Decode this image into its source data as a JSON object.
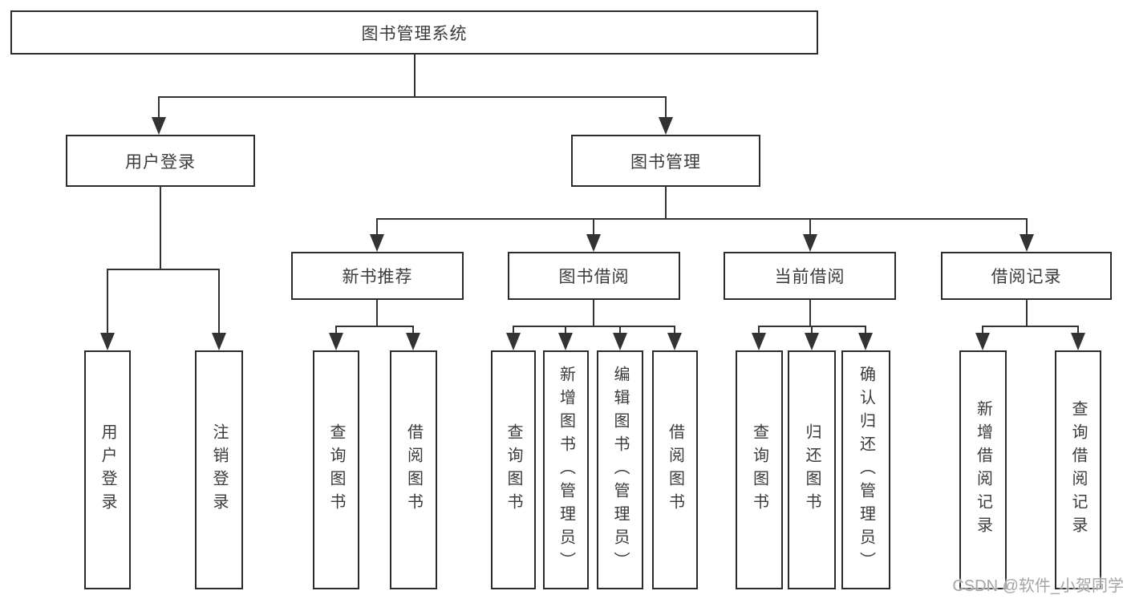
{
  "diagram": {
    "root": "图书管理系统",
    "level2": [
      "用户登录",
      "图书管理"
    ],
    "level3": [
      "新书推荐",
      "图书借阅",
      "当前借阅",
      "借阅记录"
    ],
    "leaves": {
      "user_login": [
        "用户登录",
        "注销登录"
      ],
      "new_books": [
        "查询图书",
        "借阅图书"
      ],
      "book_borrow": [
        "查询图书",
        "新增图书（管理员）",
        "编辑图书（管理员）",
        "借阅图书"
      ],
      "current_borrow": [
        "查询图书",
        "归还图书",
        "确认归还（管理员）"
      ],
      "borrow_records": [
        "新增借阅记录",
        "查询借阅记录"
      ]
    }
  },
  "watermark": "CSDN @软件_小贺同学",
  "colors": {
    "line": "#333333",
    "border": "#2c2c2c",
    "text": "#3b3b3b",
    "watermark": "#a5a5a5"
  }
}
